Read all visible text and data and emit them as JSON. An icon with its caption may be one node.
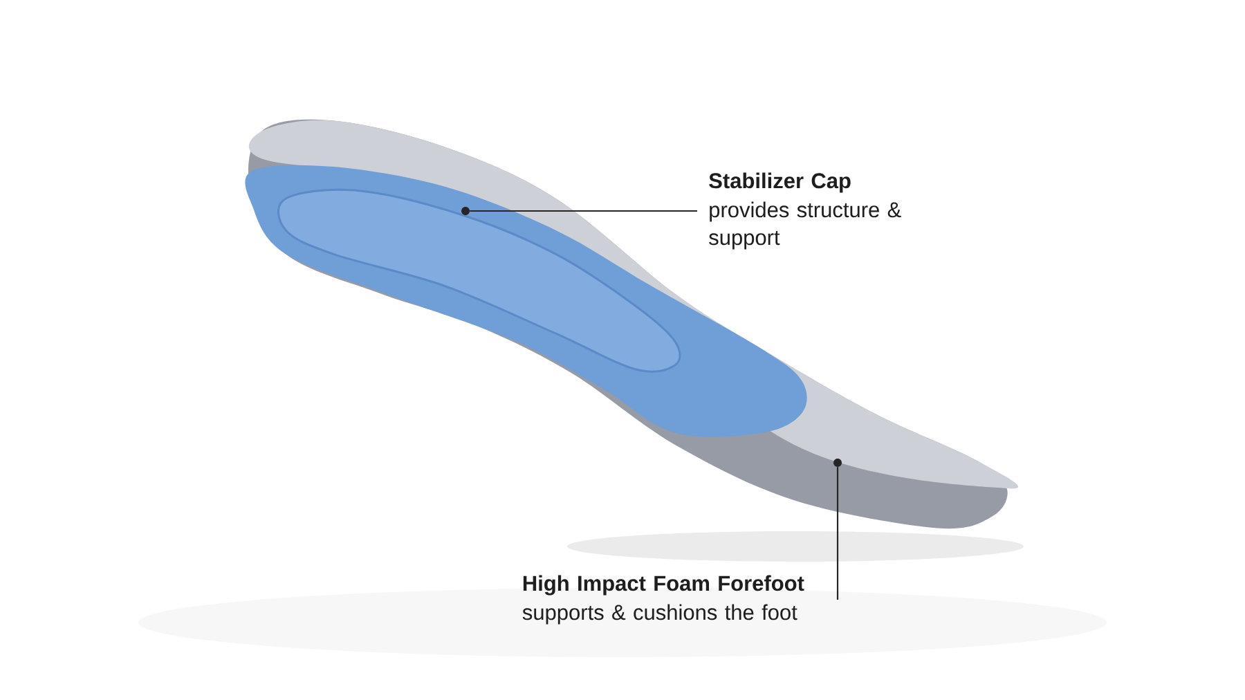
{
  "diagram": {
    "nodes": [
      {
        "text": [
          "Stabilizer Cap",
          "provides structure & support"
        ]
      },
      {
        "text": [
          "High Impact Foam Forefoot",
          "supports & cushions the foot"
        ]
      },
      {
        "text": [],
        "shape": "circle"
      },
      {
        "text": [],
        "shape": "circle"
      }
    ],
    "edges": [
      {
        "from": 0,
        "to": 2,
        "arrow": "none"
      },
      {
        "from": 1,
        "to": 3,
        "arrow": "none"
      }
    ]
  }
}
